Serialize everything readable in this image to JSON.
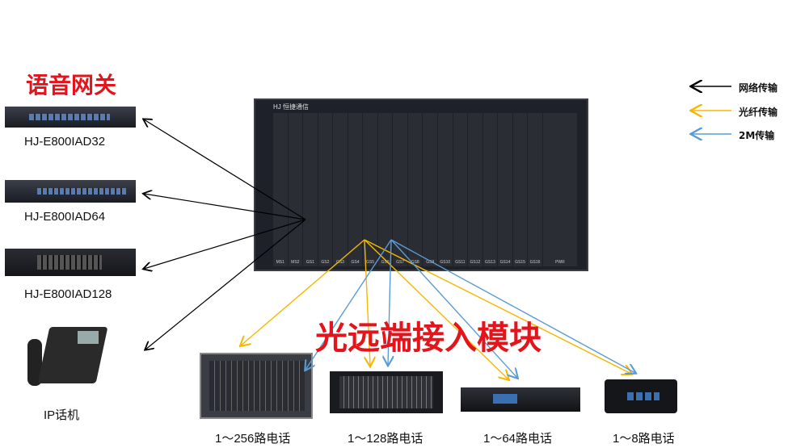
{
  "titles": {
    "gateway": "语音网关",
    "optical_remote": "光远端接入模块"
  },
  "legend": [
    {
      "label": "网络传输",
      "color": "#000000"
    },
    {
      "label": "光纤传输",
      "color": "#f5b800"
    },
    {
      "label": "2M传输",
      "color": "#5b9bd5"
    }
  ],
  "gateways": [
    "HJ-E800IAD32",
    "HJ-E800IAD64",
    "HJ-E800IAD128",
    "IP话机"
  ],
  "remotes": [
    "1～256路电话",
    "1～128路电话",
    "1～64路电话",
    "1～8路电话"
  ],
  "chassis": {
    "brand": "HJ 恒捷通信",
    "slots": [
      "MS1",
      "MS2",
      "GS1",
      "GS2",
      "GS3",
      "GS4",
      "GS5",
      "GS6",
      "GS7",
      "GS8",
      "GS9",
      "GS10",
      "GS11",
      "GS12",
      "GS13",
      "GS14",
      "GS15",
      "GS16",
      "PWR"
    ]
  }
}
